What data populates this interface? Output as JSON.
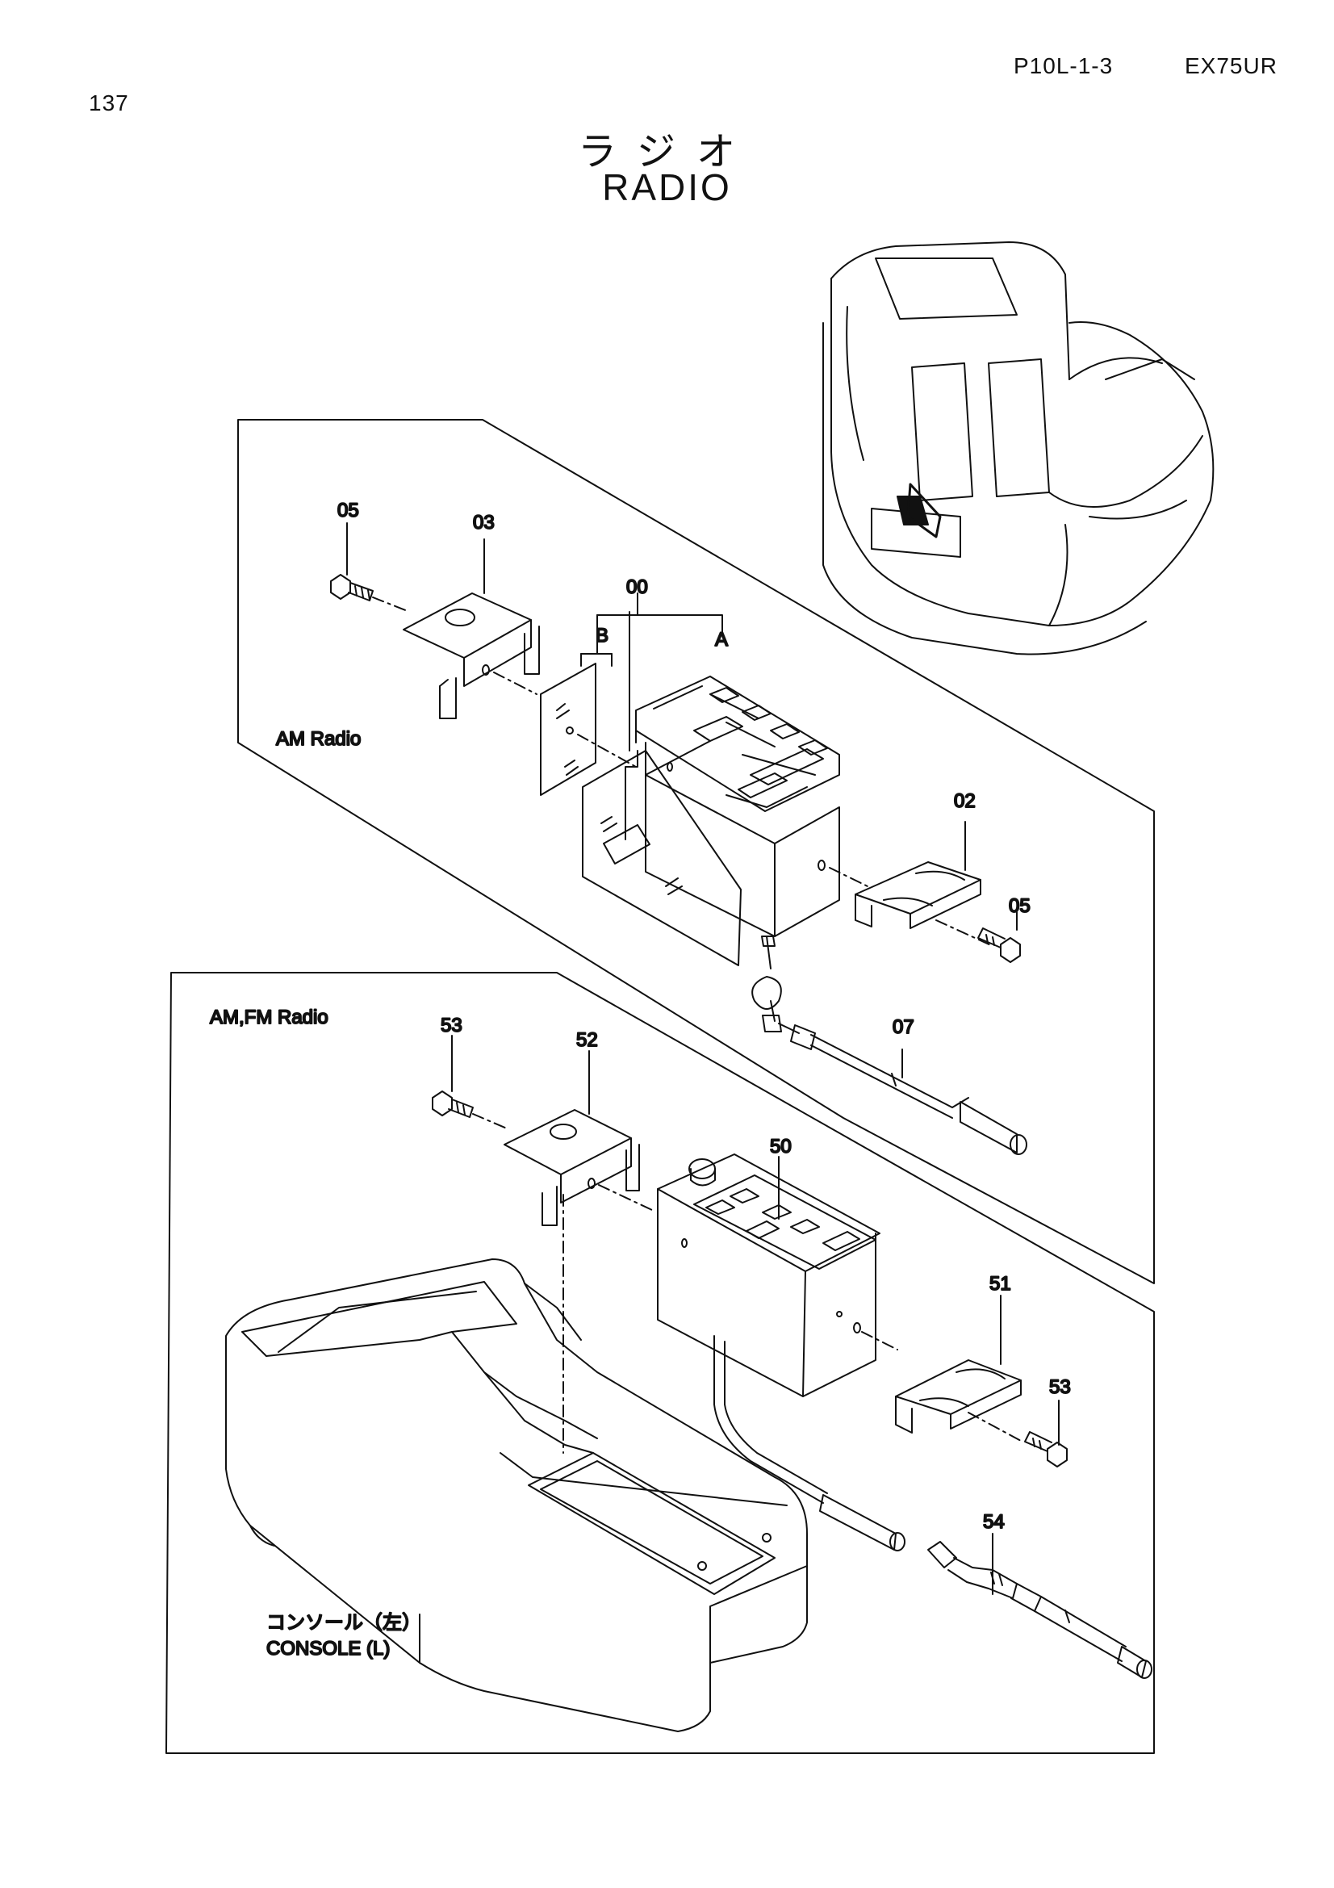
{
  "header": {
    "page_number": "137",
    "drawing_code": "P10L-1-3",
    "model": "EX75UR"
  },
  "title": {
    "japanese": "ラジオ",
    "english": "RADIO"
  },
  "sections": {
    "am_radio": "AM Radio",
    "am_fm_radio": "AM,FM Radio",
    "console_jp": "コンソール（左）",
    "console_en": "CONSOLE (L)"
  },
  "callouts": {
    "p05a": "05",
    "p03": "03",
    "p00": "00",
    "pB": "B",
    "pA": "A",
    "p02": "02",
    "p05b": "05",
    "p07": "07",
    "p53a": "53",
    "p52": "52",
    "p50": "50",
    "p51": "51",
    "p53b": "53",
    "p54": "54"
  }
}
